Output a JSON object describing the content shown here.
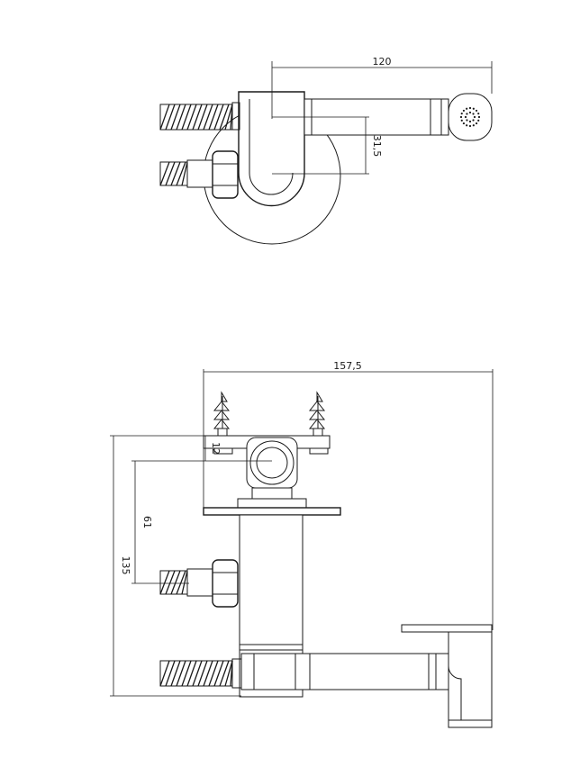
{
  "top_view": {
    "dimensions": {
      "length": "120",
      "offset": "31,5"
    }
  },
  "side_view": {
    "dimensions": {
      "width": "157,5",
      "top_gap": "12",
      "inlet_spacing": "61",
      "overall_height": "135"
    }
  }
}
